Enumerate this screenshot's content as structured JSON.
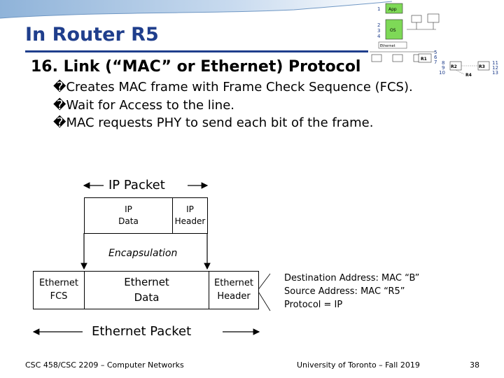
{
  "slide": {
    "title": "In Router R5",
    "subtitle": "16. Link (“MAC” or Ethernet) Protocol",
    "bullet_glyph": "�",
    "bullets": [
      "Creates MAC frame with Frame Check Sequence (FCS).",
      "Wait for Access to the line.",
      "MAC requests PHY to send each bit of the frame."
    ]
  },
  "diagram": {
    "ip_packet_label": "IP Packet",
    "ip_data": [
      "IP",
      "Data"
    ],
    "ip_header": [
      "IP",
      "Header"
    ],
    "encapsulation": "Encapsulation",
    "eth_fcs": [
      "Ethernet",
      "FCS"
    ],
    "eth_data": [
      "Ethernet",
      "Data"
    ],
    "eth_header": [
      "Ethernet",
      "Header"
    ],
    "ethernet_packet_label": "Ethernet Packet",
    "address_lines": [
      "Destination Address: MAC “B”",
      "Source Address: MAC “R5”",
      "Protocol = IP"
    ]
  },
  "thumbnail": {
    "stack_numbers": [
      "1",
      "2",
      "3",
      "4"
    ],
    "app_label": "App",
    "os_label": "OS",
    "ethernet_label": "Ethernet",
    "router_labels": [
      "R1",
      "R2",
      "R3",
      "R4"
    ],
    "router_numbers": [
      "5",
      "6",
      "7",
      "8",
      "9",
      "10",
      "11",
      "12",
      "13"
    ],
    "colors": {
      "app": "#7ed957",
      "os": "#7ed957"
    }
  },
  "footer": {
    "course": "CSC 458/CSC 2209 – Computer Networks",
    "university": "University of Toronto – Fall 2019",
    "page": "38"
  }
}
